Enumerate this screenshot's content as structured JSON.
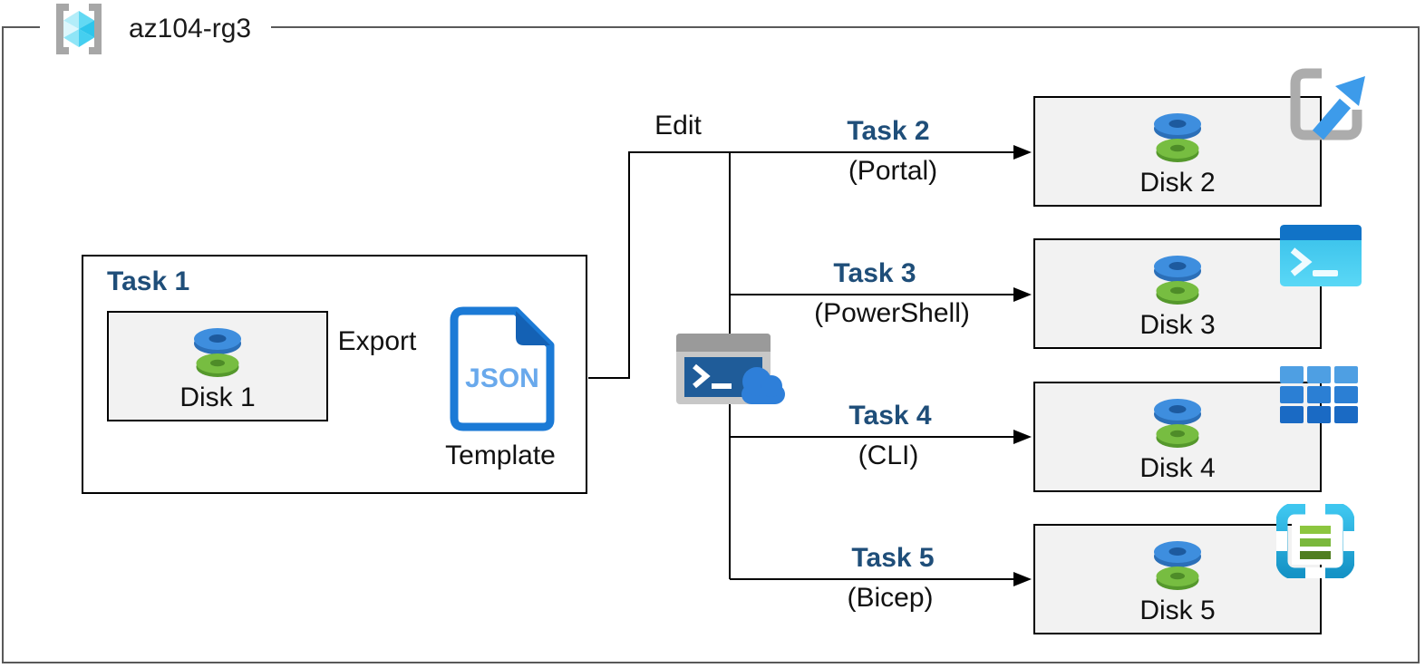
{
  "resource_group": {
    "name": "az104-rg3",
    "icon": "resource-group-icon"
  },
  "task1": {
    "title": "Task 1",
    "disk": {
      "label": "Disk 1",
      "icon": "managed-disk-icon"
    },
    "export_label": "Export",
    "template": {
      "icon": "json-template-icon",
      "icon_text": "JSON",
      "label": "Template"
    }
  },
  "edit_label": "Edit",
  "cloud_shell": {
    "icon": "cloud-shell-icon"
  },
  "tasks": [
    {
      "title": "Task 2",
      "method": "(Portal)",
      "disk": {
        "label": "Disk 2",
        "icon": "managed-disk-icon"
      },
      "tool_icon": "azure-portal-icon"
    },
    {
      "title": "Task 3",
      "method": "(PowerShell)",
      "disk": {
        "label": "Disk 3",
        "icon": "managed-disk-icon"
      },
      "tool_icon": "powershell-icon"
    },
    {
      "title": "Task 4",
      "method": "(CLI)",
      "disk": {
        "label": "Disk 4",
        "icon": "managed-disk-icon"
      },
      "tool_icon": "azure-cli-icon"
    },
    {
      "title": "Task 5",
      "method": "(Bicep)",
      "disk": {
        "label": "Disk 5",
        "icon": "bicep-icon-disk"
      },
      "tool_icon": "bicep-icon"
    }
  ],
  "colors": {
    "container_border": "#595959",
    "box_border": "#000000",
    "box_fill": "#F2F2F2",
    "task_title_navy": "#1F4E79",
    "disk_blue": "#3E8EDE",
    "disk_green": "#77BD41",
    "json_doc_blue": "#1B7AD6",
    "json_text_blue": "#69A9EC",
    "azure_arrow_blue": "#3D9BEA",
    "powershell_cyan": "#3FC6EE",
    "cli_blue": "#2B7FD4",
    "bicep_cyan": "#29B9E7",
    "cloud_blue": "#2E7FD9",
    "rg_cube_cyan": "#5FD8F3",
    "icon_gray": "#ACACAC"
  }
}
